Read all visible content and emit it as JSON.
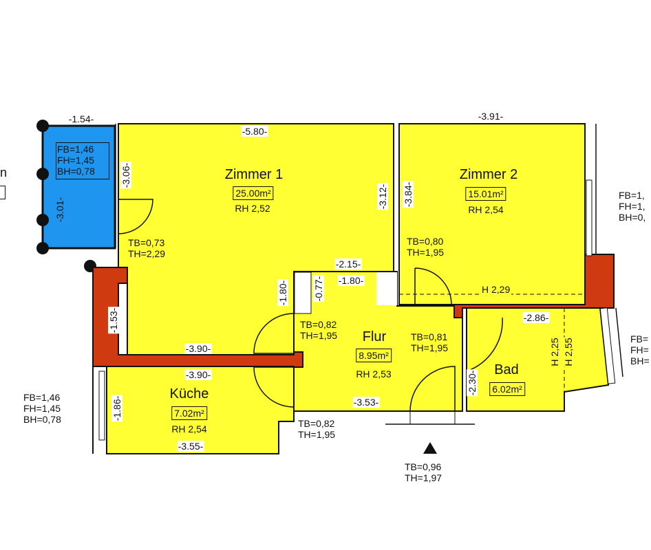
{
  "rooms": {
    "zimmer1": {
      "name": "Zimmer 1",
      "area": "25.00m²",
      "rh": "RH 2,52"
    },
    "zimmer2": {
      "name": "Zimmer 2",
      "area": "15.01m²",
      "rh": "RH 2,54"
    },
    "flur": {
      "name": "Flur",
      "area": "8.95m²",
      "rh": "RH 2,53"
    },
    "kueche": {
      "name": "Küche",
      "area": "7.02m²",
      "rh": "RH 2,54"
    },
    "bad": {
      "name": "Bad",
      "area": "6.02m²"
    }
  },
  "balcony": {
    "fb": "FB=1,46",
    "fh": "FH=1,45",
    "bh": "BH=0,78",
    "left_fragment": "n"
  },
  "windows": {
    "left": {
      "fb": "FB=1,46",
      "fh": "FH=1,45",
      "bh": "BH=0,78"
    },
    "right_top": {
      "fb": "FB=1,",
      "fh": "FH=1,",
      "bh": "BH=0,"
    },
    "right_bottom": {
      "fb": "FB=",
      "fh": "FH=",
      "bh": "BH="
    }
  },
  "doors": {
    "z1": {
      "tb": "TB=0,73",
      "th": "TH=2,29"
    },
    "z2": {
      "tb": "TB=0,80",
      "th": "TH=1,95"
    },
    "flur_l": {
      "tb": "TB=0,82",
      "th": "TH=1,95"
    },
    "flur_r": {
      "tb": "TB=0,81",
      "th": "TH=1,95"
    },
    "kueche": {
      "tb": "TB=0,82",
      "th": "TH=1,95"
    },
    "entry": {
      "tb": "TB=0,96",
      "th": "TH=1,97"
    }
  },
  "heights": {
    "h229": "H 2,29",
    "h225": "H 2,25",
    "h255": "H 2,55"
  },
  "dims": {
    "d154": "-1.54-",
    "d580": "-5.80-",
    "d391": "-3.91-",
    "d306": "-3.06-",
    "d301": "-3.01-",
    "d312": "-3.12-",
    "d384": "-3.84-",
    "d215": "-2.15-",
    "d180h": "-1.80-",
    "d180v": "-1.80-",
    "d077": "-0.77-",
    "d153": "-1.53-",
    "d390a": "-3.90-",
    "d390b": "-3.90-",
    "d286": "-2.86-",
    "d186": "-1.86-",
    "d355": "-3.55-",
    "d353": "-3.53-",
    "d230": "-2.30-"
  }
}
